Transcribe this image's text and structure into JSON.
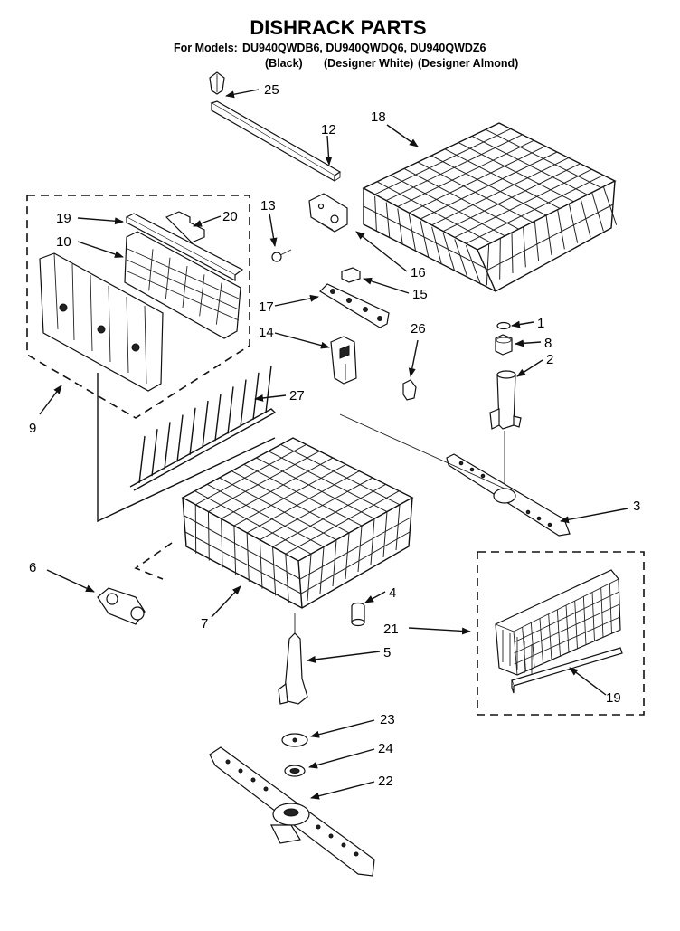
{
  "header": {
    "title": "DISHRACK PARTS",
    "models_prefix": "For Models:",
    "models": "DU940QWDB6, DU940QWDQ6, DU940QWDZ6",
    "model_colors": [
      "(Black)",
      "(Designer White)",
      "(Designer Almond)"
    ]
  },
  "callouts": [
    "1",
    "2",
    "3",
    "4",
    "5",
    "6",
    "7",
    "8",
    "9",
    "10",
    "12",
    "13",
    "14",
    "15",
    "16",
    "17",
    "18",
    "19",
    "19",
    "20",
    "21",
    "22",
    "23",
    "24",
    "25",
    "26",
    "27"
  ]
}
